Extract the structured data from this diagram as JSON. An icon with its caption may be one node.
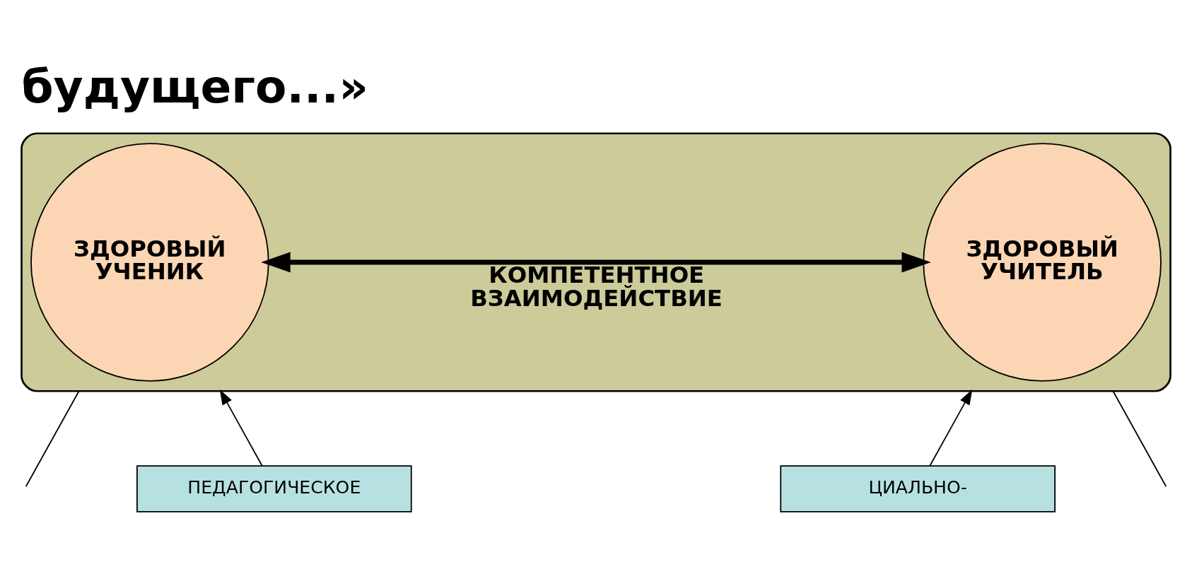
{
  "diagram": {
    "title": "будущего...»",
    "nodes": [
      {
        "text": [],
        "shape": "ellipse"
      },
      {
        "text": [
          "ЗДОРОВЫЙ УЧИТЕЛЬ"
        ],
        "in": 0
      },
      {
        "text": [
          "ЗДОРОВЫЙ УЧЕНИК"
        ],
        "in": 0
      },
      {
        "text": [
          "ЦИАЛЬНО-"
        ]
      },
      {
        "text": [
          "ПЕДАГОГИЧЕСКОЕ"
        ]
      }
    ],
    "edges": [
      {
        "from": 1,
        "to": 2,
        "arrow": "both",
        "style": "thick",
        "label": "КОМПЕТЕНТНОЕ ВЗАИМОДЕЙСТВИЕ"
      },
      {
        "from": 3,
        "to": 0,
        "arrow": "to"
      },
      {
        "from": 0,
        "to": null,
        "arrow": "none"
      },
      {
        "from": 0,
        "to": null,
        "arrow": "none"
      },
      {
        "from": 4,
        "to": 0,
        "arrow": "to"
      }
    ]
  }
}
